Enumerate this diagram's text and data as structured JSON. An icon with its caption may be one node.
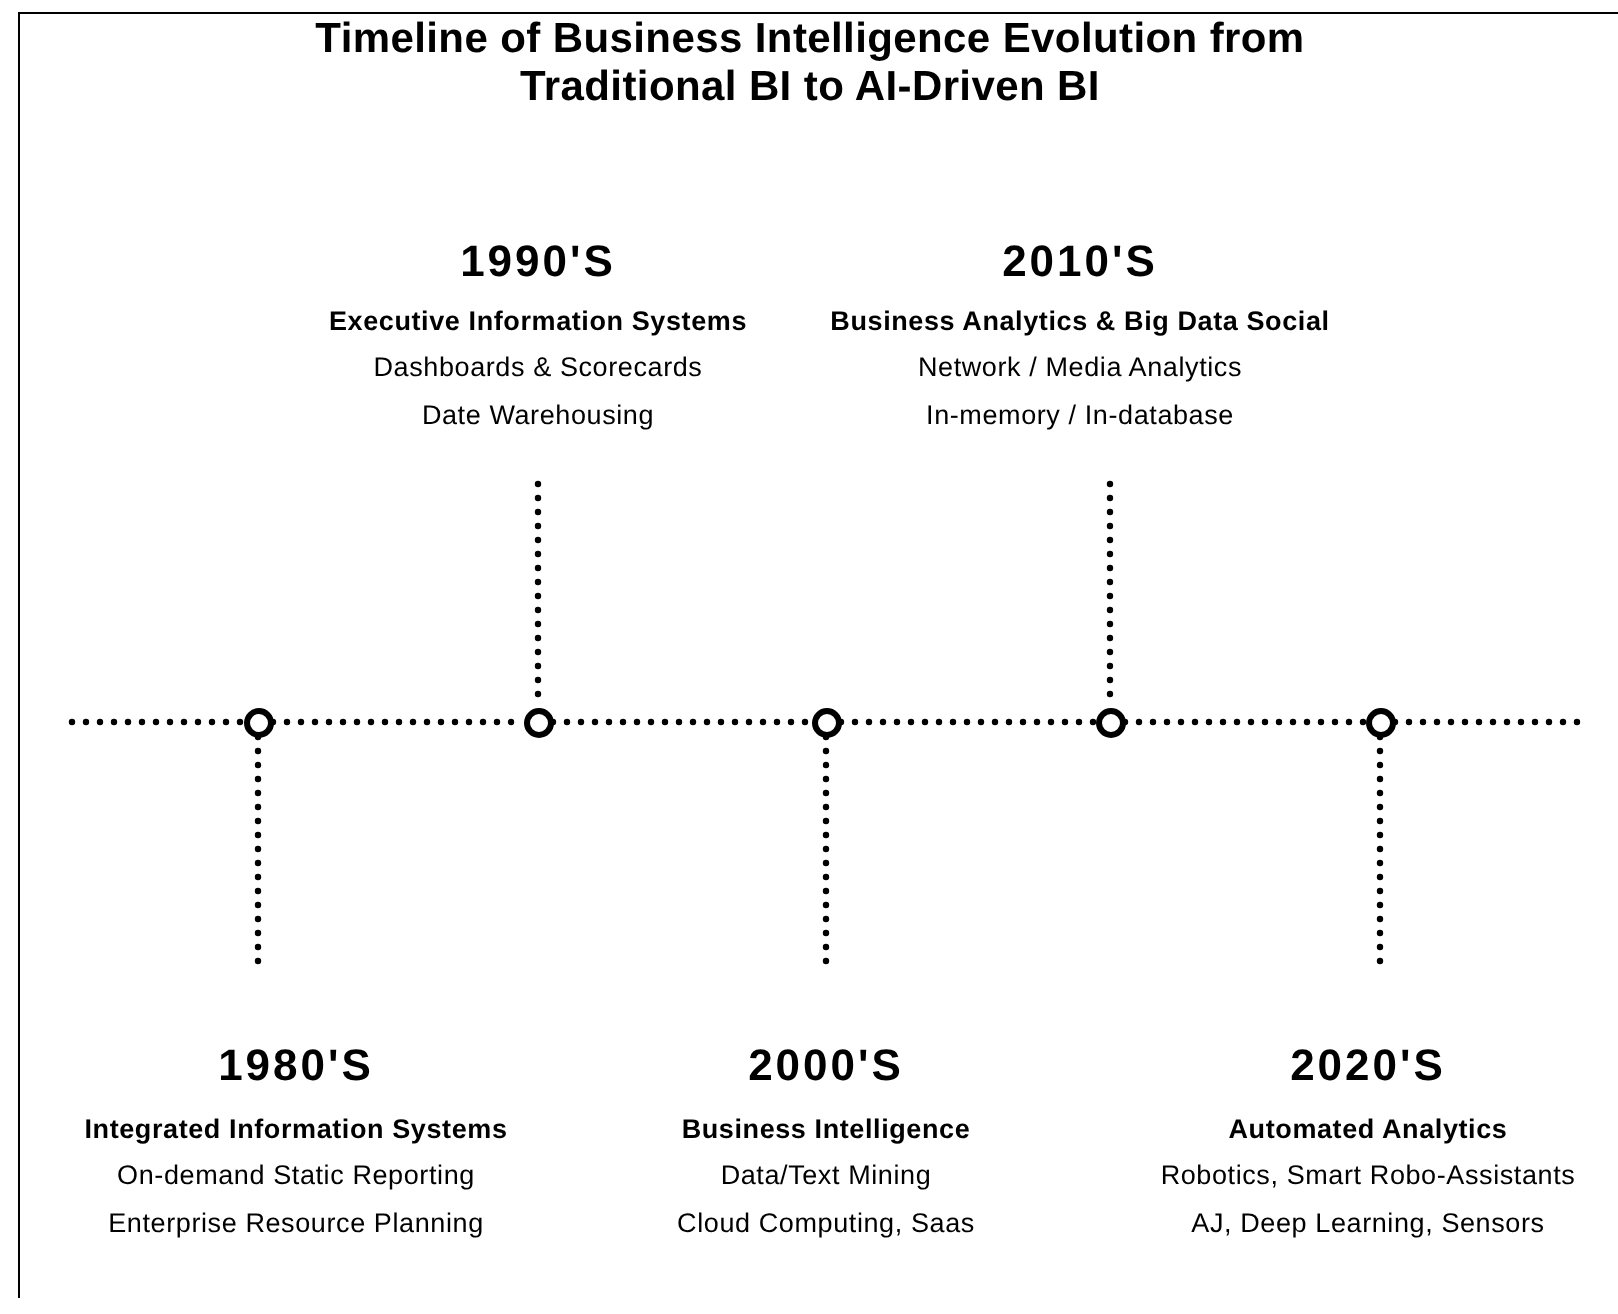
{
  "diagram": {
    "title": "Timeline of Business Intelligence Evolution from Traditional BI to AI-Driven BI",
    "nodes": [
      {
        "text": [
          "1990'S",
          "Executive Information Systems",
          "Dashboards & Scorecards",
          "Date Warehousing"
        ]
      },
      {
        "text": [
          "2010'S",
          "Business Analytics & Big Data Social",
          "Network / Media Analytics",
          "In-memory / In-database"
        ]
      },
      {
        "text": [],
        "shape": "circle"
      },
      {
        "text": [],
        "shape": "circle"
      },
      {
        "text": [],
        "shape": "circle"
      },
      {
        "text": [],
        "shape": "circle"
      },
      {
        "text": [],
        "shape": "circle"
      },
      {
        "text": [
          "1980'S",
          "Integrated Information Systems",
          "On-demand Static Reporting",
          "Enterprise Resource Planning"
        ]
      },
      {
        "text": [
          "2000'S",
          "Business Intelligence",
          "Data/Text Mining",
          "Cloud Computing, Saas"
        ]
      },
      {
        "text": [
          "2020'S",
          "Automated Analytics",
          "Robotics, Smart Robo-Assistants",
          "AJ, Deep Learning, Sensors"
        ]
      }
    ],
    "edges": [
      {
        "from": null,
        "to": 2,
        "arrow": "none"
      },
      {
        "from": 2,
        "to": 3,
        "arrow": "none"
      },
      {
        "from": 3,
        "to": 4,
        "arrow": "none"
      },
      {
        "from": 4,
        "to": 5,
        "arrow": "none"
      },
      {
        "from": 5,
        "to": 6,
        "arrow": "none"
      },
      {
        "from": 6,
        "to": null,
        "arrow": "none"
      },
      {
        "from": 0,
        "to": 3,
        "arrow": "none"
      },
      {
        "from": 1,
        "to": 5,
        "arrow": "none"
      },
      {
        "from": 2,
        "to": 7,
        "arrow": "none"
      },
      {
        "from": 4,
        "to": 8,
        "arrow": "none"
      },
      {
        "from": 6,
        "to": 9,
        "arrow": "none"
      }
    ]
  }
}
